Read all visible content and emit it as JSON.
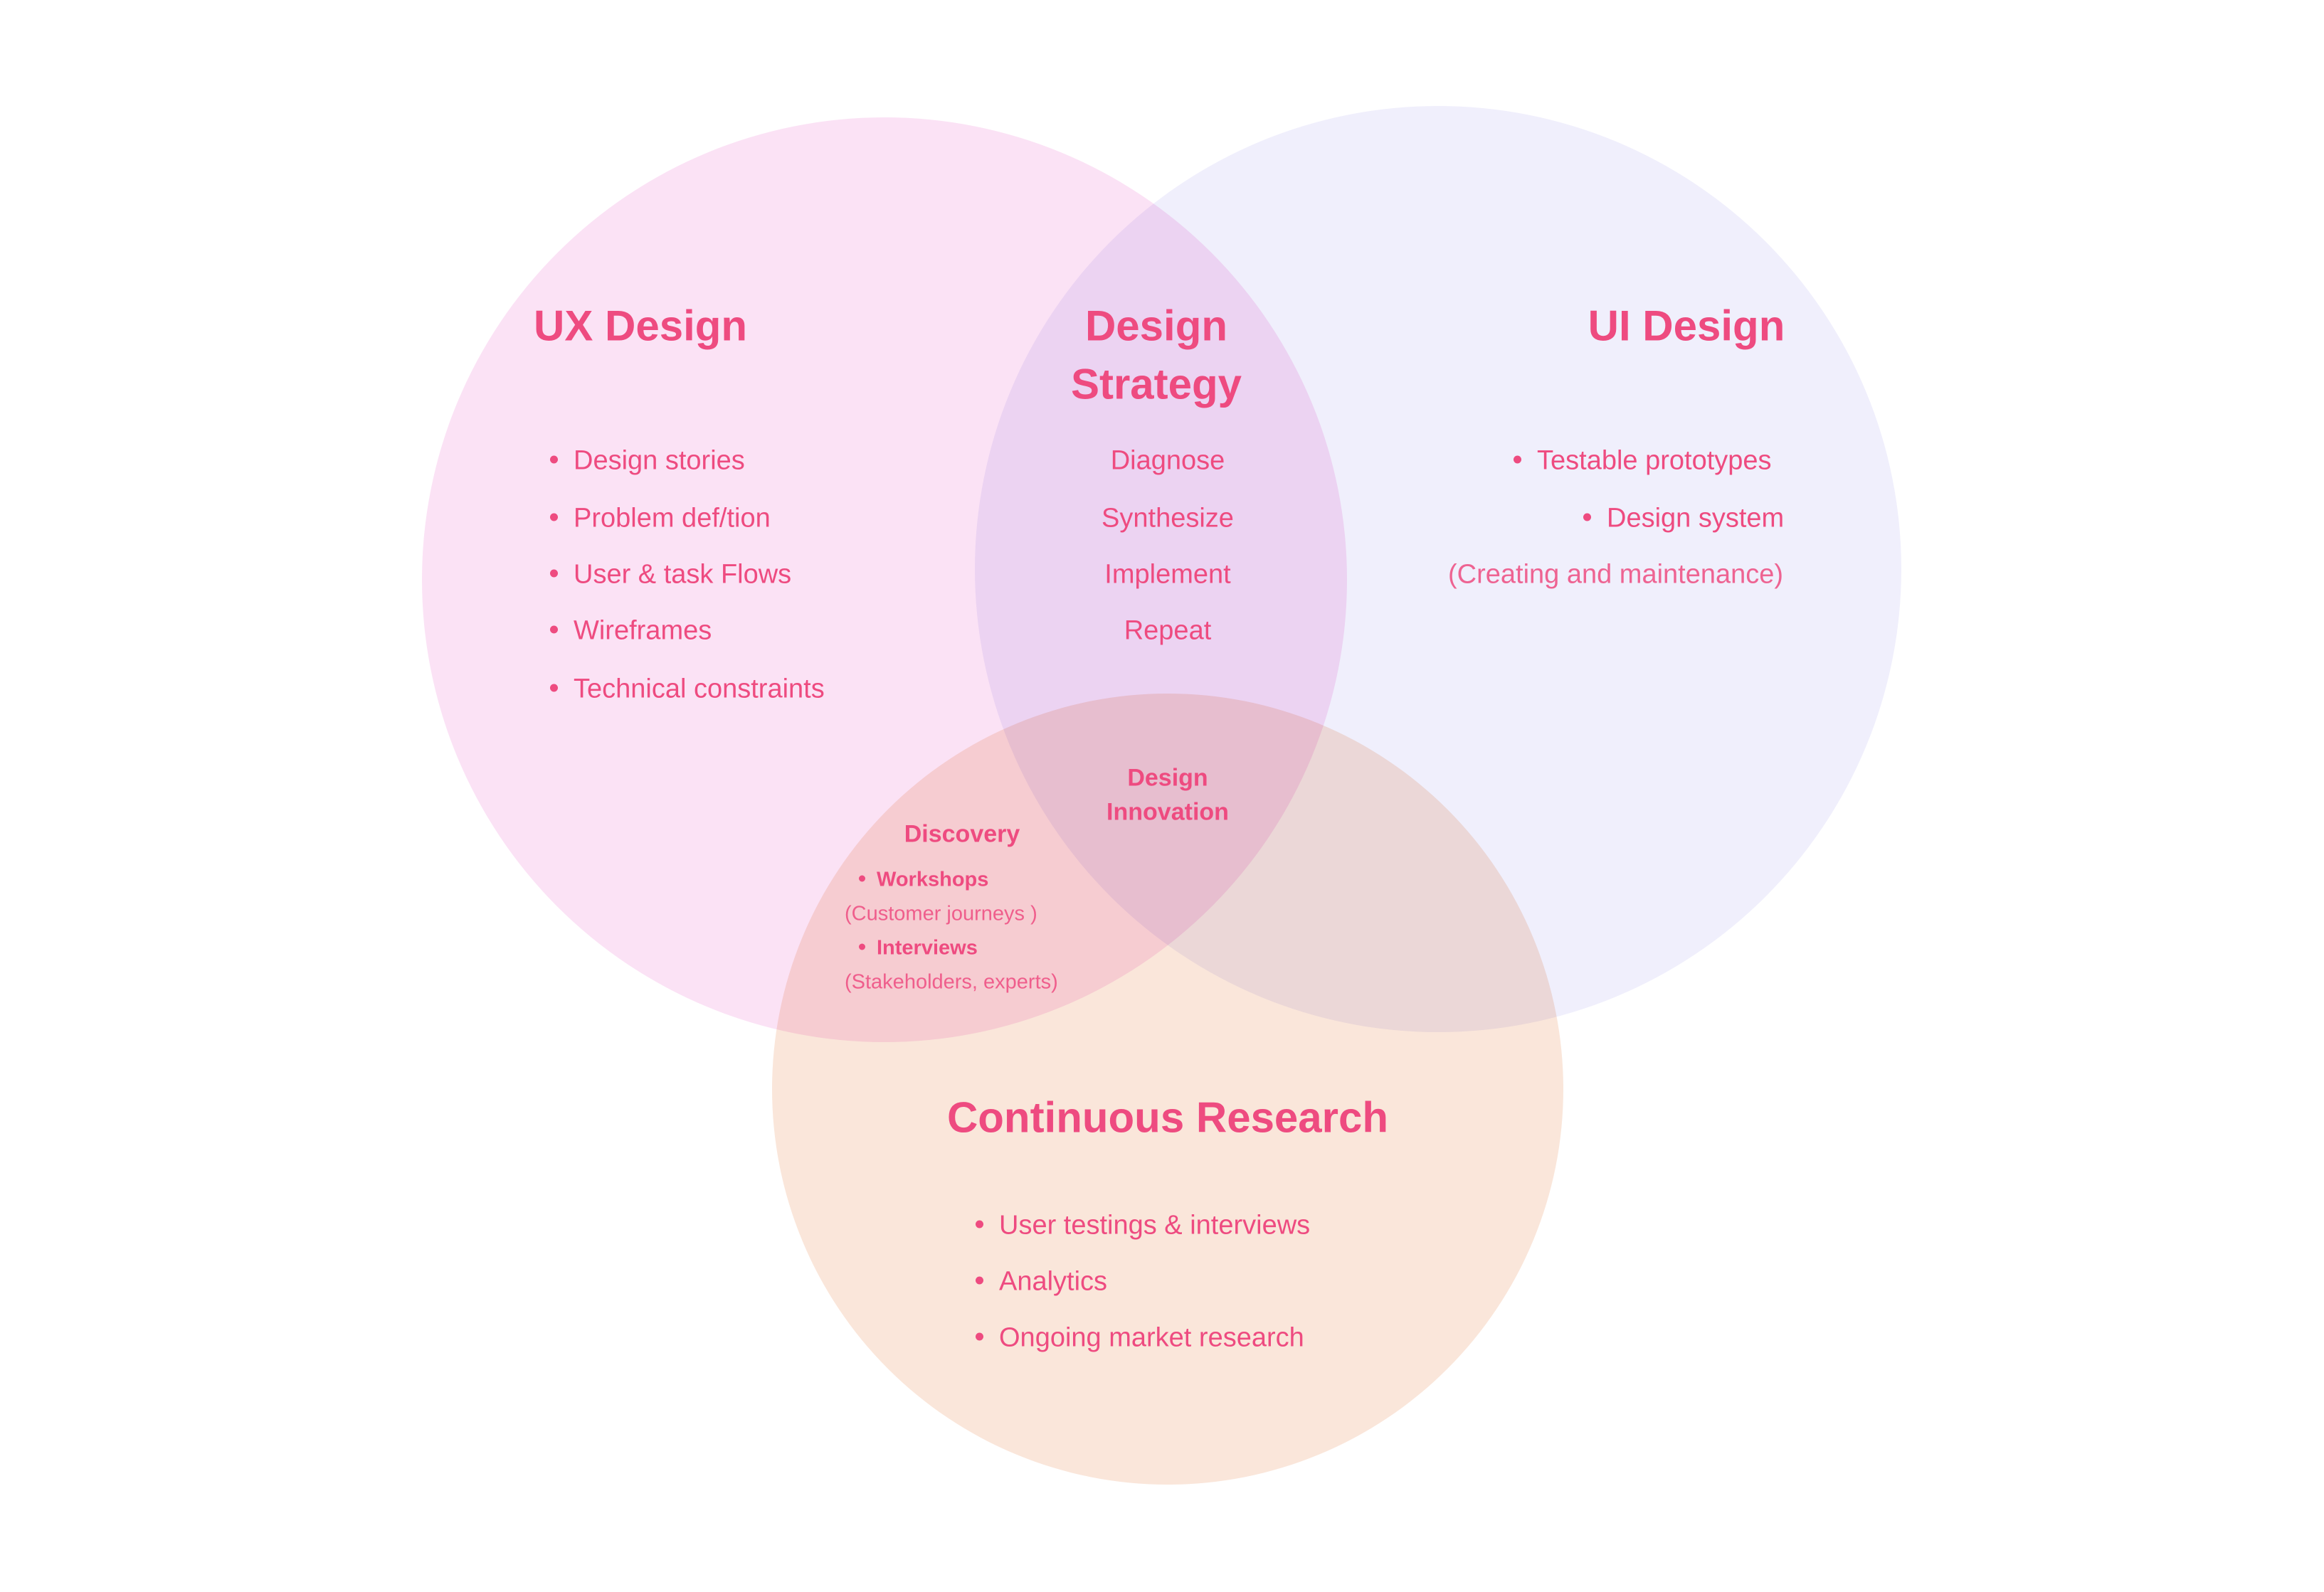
{
  "ux": {
    "title": "UX Design",
    "items": [
      "Design stories",
      "Problem def/tion",
      "User & task Flows",
      "Wireframes",
      "Technical constraints"
    ]
  },
  "strategy": {
    "title_line1": "Design",
    "title_line2": "Strategy",
    "items": [
      "Diagnose",
      "Synthesize",
      "Implement",
      "Repeat"
    ]
  },
  "ui": {
    "title": "UI Design",
    "items": [
      "Testable prototypes",
      "Design system"
    ],
    "note": "(Creating and maintenance)"
  },
  "discovery": {
    "title": "Discovery",
    "items": [
      {
        "label": "Workshops",
        "note": "(Customer journeys )"
      },
      {
        "label": "Interviews",
        "note": "(Stakeholders, experts)"
      }
    ]
  },
  "innovation": {
    "title_line1": "Design",
    "title_line2": "Innovation"
  },
  "research": {
    "title": "Continuous Research",
    "items": [
      "User testings & interviews",
      "Analytics",
      "Ongoing market research"
    ]
  },
  "colors": {
    "text": "#ee4b80",
    "ux": "#fbe2f5",
    "ui": "#f0effc",
    "research": "#fae6da"
  }
}
